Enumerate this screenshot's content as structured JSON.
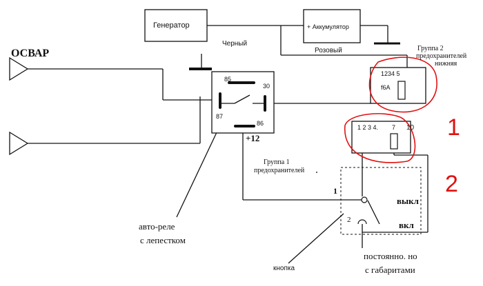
{
  "labels": {
    "osvar": "ОСВАР",
    "generator": "Генератор",
    "battery": "+ Аккумулятор",
    "black": "Черный",
    "pink": "Розовый",
    "group2": [
      "Группа 2",
      "предохранителей",
      "нижняя"
    ],
    "group2_pins": "1234 5",
    "group2_rating": "f6A",
    "relay_85": "85",
    "relay_30": "30",
    "relay_87": "87",
    "relay_86": "86",
    "plus12": "+12",
    "group1_pins": "1 2 3 4.",
    "group1_pin7": "7",
    "group1_pin10": "10",
    "group1": [
      "Группа 1",
      "предохранителей"
    ],
    "switch_1": "1",
    "switch_2": "2",
    "off": "выкл",
    "on": "вкл",
    "relay_name": [
      "авто-реле",
      "с лепестком"
    ],
    "constant": [
      "постоянно. но",
      "с габаритами"
    ],
    "button": "кнопка",
    "annot_1": "1",
    "annot_2": "2"
  },
  "colors": {
    "wire": "#111111",
    "annotation": "#e01010"
  }
}
